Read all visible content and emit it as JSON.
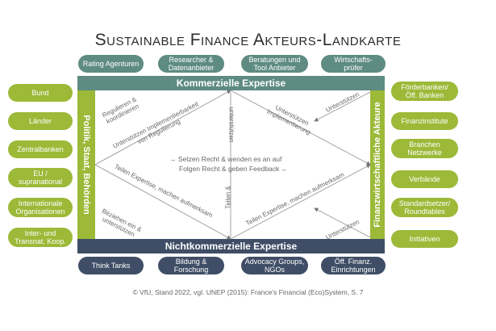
{
  "title": "Sustainable Finance Akteurs-Landkarte",
  "top_actors": [
    "Rating Agenturen",
    "Researcher & Datenanbieter",
    "Beratungen und Tool Anbieter",
    "Wirtschafts- prüfer"
  ],
  "left_actors": [
    "Bund",
    "Länder",
    "Zentralbanken",
    "EU / supranational",
    "Internationale Organisationen",
    "Inter- und Transnat. Koop."
  ],
  "right_actors": [
    "Förderbanken/ Öff. Banken",
    "Finanzinstitute",
    "Branchen Netzwerke",
    "Verbände",
    "Standardsetzer/ Roundtables",
    "Initiativen"
  ],
  "bottom_actors": [
    "Think Tanks",
    "Bildung & Forschung",
    "Advocacy Groups, NGOs",
    "Öff. Finanz. Einrichtungen"
  ],
  "bars": {
    "top": "Kommerzielle Expertise",
    "bottom": "Nichtkommerzielle Expertise",
    "left": "Politik, Staat, Behörden",
    "right": "Finanzwirtschaftliche Akteure"
  },
  "relations": {
    "regulieren": "Regulieren & koordinieren",
    "unterstuetzen_impl": "Unterstützen Implementierbarkeit von Regulierung",
    "unterstuetzen_v": "unterstützen",
    "unterstuetzen_impl2": "Unterstützen Implementierung",
    "unterstuetzen_tr": "Unterstützen",
    "setzen": "→ Setzen Recht & wenden es an auf",
    "folgen": "Folgen Recht & geben Feedback ←",
    "teilen_left": "Teilen Expertise, machen aufmerksam",
    "teilen_v": "Teilen &",
    "teilen_right": "Teilen Expertise, machen aufmerksam",
    "beziehen": "Beziehen ein & unterstützen",
    "unterstuetzen_br": "Unterstützen"
  },
  "footer": "© VfU, Stand 2022, vgl. UNEP (2015): France’s Financial (Eco)System, S. 7",
  "colors": {
    "teal": "#5e8b82",
    "green": "#9cb938",
    "navy": "#3f4e66"
  }
}
